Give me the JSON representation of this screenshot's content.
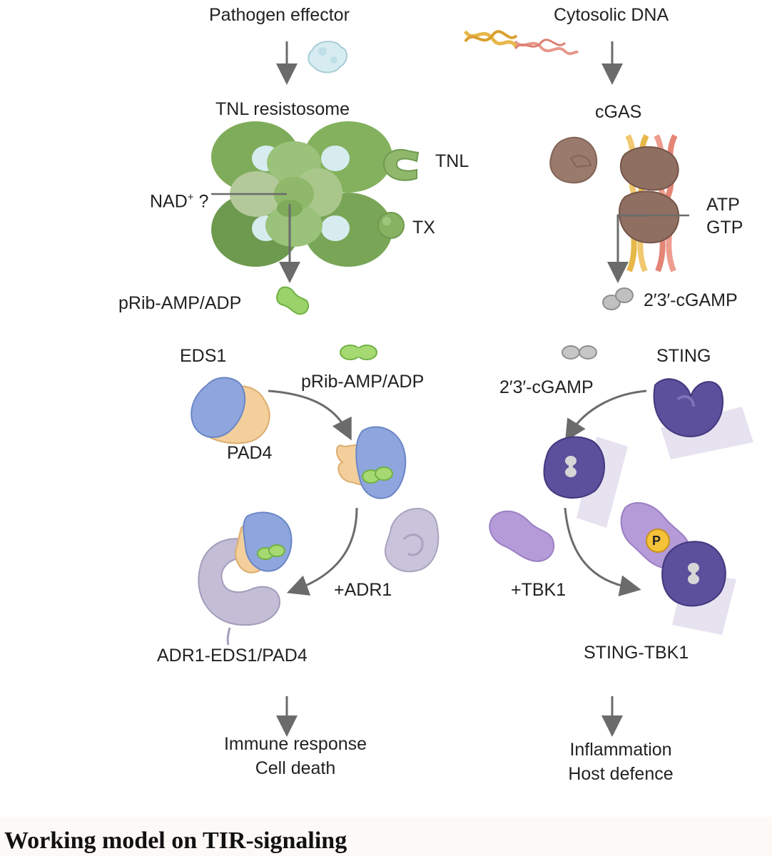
{
  "left": {
    "input": "Pathogen effector",
    "complex_title": "TNL resistosome",
    "tnl_label": "TNL",
    "tx_label": "TX",
    "nad_label": "NAD",
    "nad_sup": "+",
    "nad_q": "?",
    "product": "pRib-AMP/ADP",
    "eds1": "EDS1",
    "pad4": "PAD4",
    "product2": "pRib-AMP/ADP",
    "adr1_add": "+ADR1",
    "final_complex": "ADR1-EDS1/PAD4",
    "outcome_1": "Immune response",
    "outcome_2": "Cell death"
  },
  "right": {
    "input": "Cytosolic DNA",
    "enzyme": "cGAS",
    "atp": "ATP",
    "gtp": "GTP",
    "product": "2′3′-cGAMP",
    "product2": "2′3′-cGAMP",
    "sting": "STING",
    "p_label": "P",
    "tbk1_add": "+TBK1",
    "final_complex": "STING-TBK1",
    "outcome_1": "Inflammation",
    "outcome_2": "Host defence"
  },
  "caption": "Working model on TIR-signaling",
  "colors": {
    "arrow": "#6b6b6b",
    "tnl_green": "#8fb86a",
    "tnl_dark": "#6e9a4f",
    "pore_blue": "#cfe7ef",
    "effector": "#cde8ee",
    "prib_green": "#9bd36a",
    "cgamp_gray": "#b4b4b4",
    "cgas_brown": "#9a7a6c",
    "dna_yellow": "#e6b84a",
    "dna_pink": "#e8978a",
    "eds1_blue": "#8ea6dd",
    "pad4_orange": "#f3cf9c",
    "adr1_lavender": "#c3bdd6",
    "sting_purple": "#5c4f9b",
    "tbk1_lilac": "#b59bd7",
    "membrane": "#e6e2f0",
    "phospho_yellow": "#f5c23a"
  }
}
